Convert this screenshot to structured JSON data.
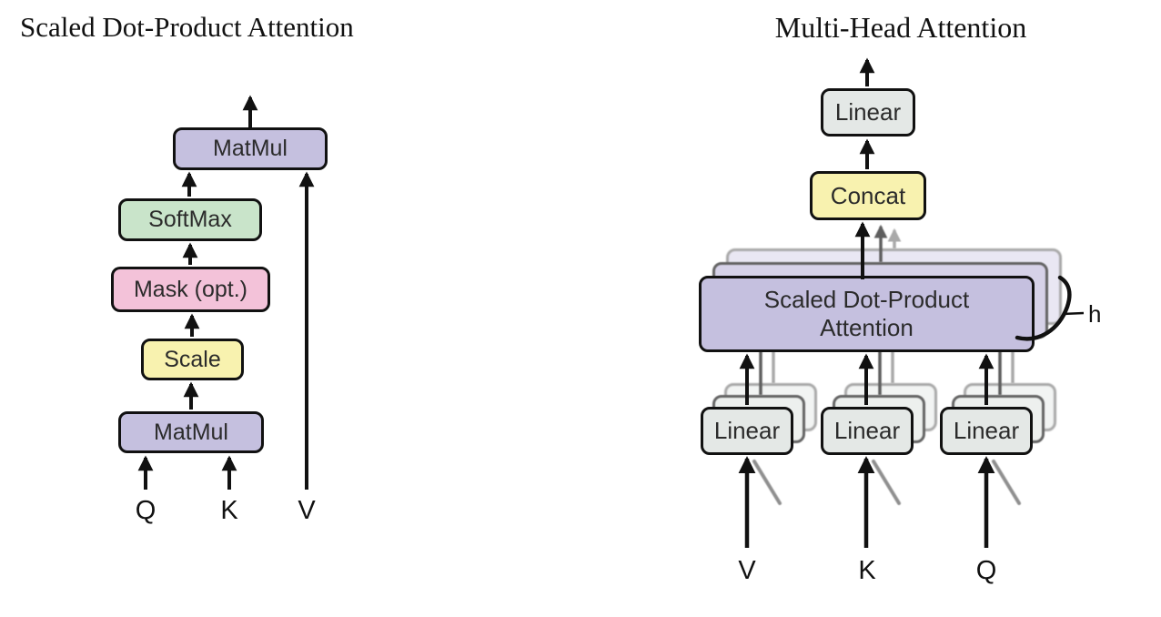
{
  "left_diagram": {
    "title": "Scaled Dot-Product Attention",
    "nodes": [
      {
        "id": "matmul-top",
        "label": "MatMul",
        "color": "#c5c0df"
      },
      {
        "id": "softmax",
        "label": "SoftMax",
        "color": "#c9e4ca"
      },
      {
        "id": "mask",
        "label": "Mask (opt.)",
        "color": "#f3c2d9"
      },
      {
        "id": "scale",
        "label": "Scale",
        "color": "#f8f2af"
      },
      {
        "id": "matmul-bottom",
        "label": "MatMul",
        "color": "#c5c0df"
      }
    ],
    "inputs": [
      {
        "label": "Q"
      },
      {
        "label": "K"
      },
      {
        "label": "V"
      }
    ],
    "edges": [
      "Q -> MatMul",
      "K -> MatMul",
      "MatMul -> Scale",
      "Scale -> Mask (opt.)",
      "Mask (opt.) -> SoftMax",
      "SoftMax -> MatMul(top)",
      "V -> MatMul(top)",
      "MatMul(top) -> out"
    ]
  },
  "right_diagram": {
    "title": "Multi-Head Attention",
    "nodes": [
      {
        "id": "linear-out",
        "label": "Linear",
        "color": "#e4e8e6"
      },
      {
        "id": "concat",
        "label": "Concat",
        "color": "#f8f2af"
      },
      {
        "id": "attention",
        "label_line1": "Scaled Dot-Product",
        "label_line2": "Attention",
        "color": "#c5c0df"
      },
      {
        "id": "linear-v",
        "label": "Linear",
        "color": "#e4e8e6"
      },
      {
        "id": "linear-k",
        "label": "Linear",
        "color": "#e4e8e6"
      },
      {
        "id": "linear-q",
        "label": "Linear",
        "color": "#e4e8e6"
      }
    ],
    "inputs": [
      {
        "label": "V"
      },
      {
        "label": "K"
      },
      {
        "label": "Q"
      }
    ],
    "head_count_label": "h",
    "stacked_copies": 3,
    "edges": [
      "V -> Linear",
      "K -> Linear",
      "Q -> Linear",
      "Linear x3 -> Scaled Dot-Product Attention (x h)",
      "Scaled Dot-Product Attention -> Concat",
      "Concat -> Linear",
      "Linear -> out"
    ]
  },
  "colors": {
    "background": "#ffffff",
    "box_border": "#111111",
    "shadow_border_mid": "#646464",
    "shadow_border_light": "#a8a8a8",
    "arrow_black": "#111111",
    "arrow_gray_mid": "#5e5e5e",
    "arrow_gray_light": "#a9a9a9"
  }
}
